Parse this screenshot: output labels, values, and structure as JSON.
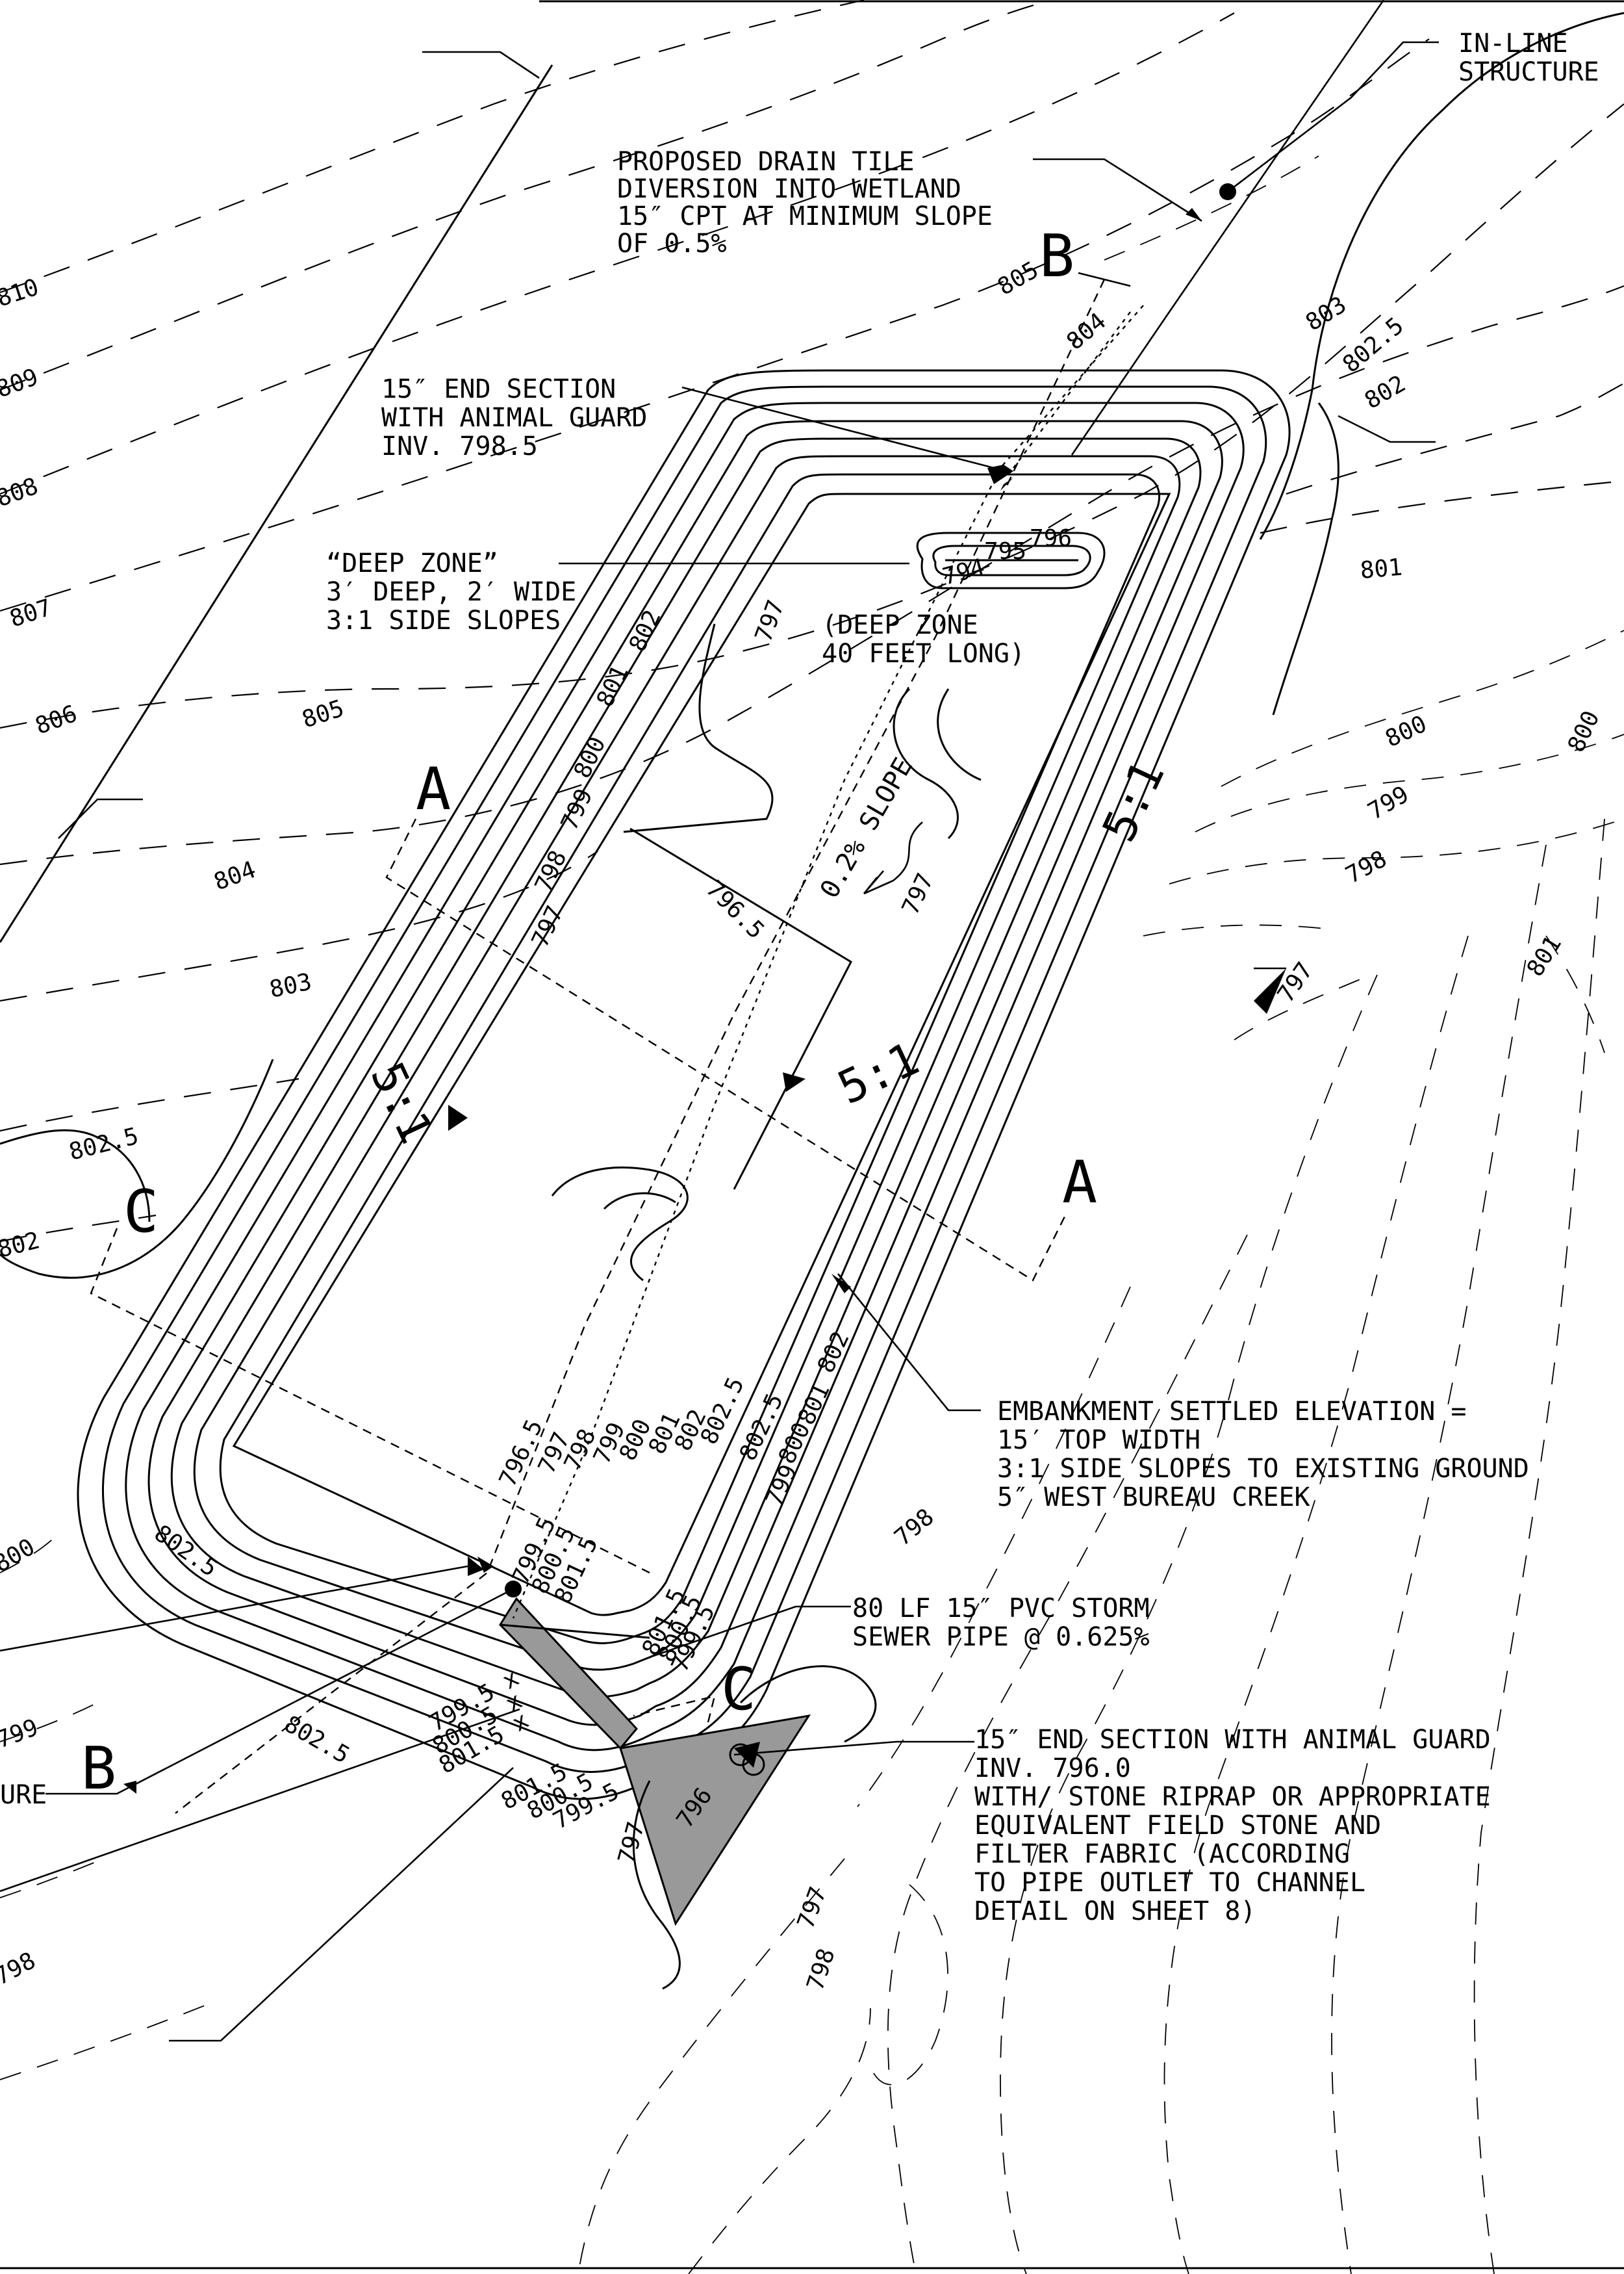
{
  "notes": {
    "inline_structure": [
      "IN-LINE",
      "STRUCTURE"
    ],
    "drain_tile": [
      "PROPOSED DRAIN TILE",
      "DIVERSION INTO WETLAND",
      "15″ CPT AT MINIMUM SLOPE",
      "OF 0.5%"
    ],
    "end_section_top": [
      "15″ END SECTION",
      "WITH ANIMAL GUARD",
      "INV. 798.5"
    ],
    "deep_zone": [
      "“DEEP ZONE”",
      "3′ DEEP, 2′ WIDE",
      "3:1 SIDE SLOPES"
    ],
    "deep_zone_length": [
      "(DEEP ZONE",
      "40 FEET LONG)"
    ],
    "slope": "0.2% SLOPE",
    "embankment": [
      "EMBANKMENT SETTLED ELEVATION =",
      "15′ TOP WIDTH",
      "3:1 SIDE SLOPES TO EXISTING GROUND",
      "5″ WEST BUREAU CREEK"
    ],
    "storm_pipe": [
      "80 LF 15″ PVC STORM",
      "SEWER PIPE @ 0.625%"
    ],
    "end_section_bottom": [
      "15″ END SECTION WITH ANIMAL GUARD",
      "INV. 796.0",
      "WITH/ STONE RIPRAP OR APPROPRIATE",
      "EQUIVALENT FIELD STONE AND",
      "FILTER FABRIC (ACCORDING",
      "TO PIPE OUTLET TO CHANNEL",
      "DETAIL ON SHEET 8)"
    ],
    "structure_fragment": "URE"
  },
  "sections": {
    "a_left": "A",
    "a_right": "A",
    "b_top": "B",
    "b_bottom": "B",
    "c_left": "C",
    "c_right": "C"
  },
  "slope_ratios": {
    "left": "5:1",
    "center": "5:1",
    "right": "5:1"
  },
  "existing_contours": {
    "c810": "810",
    "c809": "809",
    "c808": "808",
    "c807": "807",
    "c806": "806",
    "c805_left": "805",
    "c805_top": "805",
    "c804_left": "804",
    "c804_top": "804",
    "c803_left": "803",
    "c803_top": "803",
    "c8025_left": "802.5",
    "c8025_top": "802.5",
    "c802_left": "802",
    "c802_top": "802",
    "c801_right": "801",
    "c801_far": "801",
    "c800_right": "800",
    "c800_far": "800",
    "c799_right": "799",
    "c798_right": "798",
    "c797_right": "797",
    "c800_left": "800",
    "c799_left": "799",
    "c798_left": "798",
    "c798_mid": "798",
    "c797_bottom": "797",
    "c798_bottom": "798"
  },
  "pond_contours": {
    "p796": "796",
    "p795": "795",
    "p794": "794",
    "p797_top": "797",
    "p802_left": "802",
    "p801_left": "801",
    "p800_left": "800",
    "p799_left": "799",
    "p798_left": "798",
    "p797_left": "797",
    "p7965_center": "796.5",
    "p797_center": "797",
    "p7965_bot": "796.5",
    "p797_bot": "797",
    "p798_bot": "798",
    "p799_bot": "799",
    "p800_bot": "800",
    "p801_bot": "801",
    "p802_bot": "802",
    "p8025_bot": "802.5",
    "p8025_right": "802.5",
    "p802_right": "802",
    "p801_right": "801",
    "p800_right": "800",
    "p799_right": "799",
    "p8025_corner": "802.5",
    "p8025_lower": "802.5",
    "p7995_a": "799.5",
    "p8005_a": "800.5",
    "p8015_a": "801.5",
    "p8015_b": "801.5",
    "p8005_b": "800.5",
    "p7995_b": "799.5",
    "p7995_x": "799.5 x",
    "p8005_x": "800.5 x",
    "p8015_x": "801.5 x",
    "p8015_y": "801.5",
    "p8005_y": "800.5",
    "p7995_y": "799.5",
    "p796_outlet": "796",
    "p797_outlet": "797"
  }
}
